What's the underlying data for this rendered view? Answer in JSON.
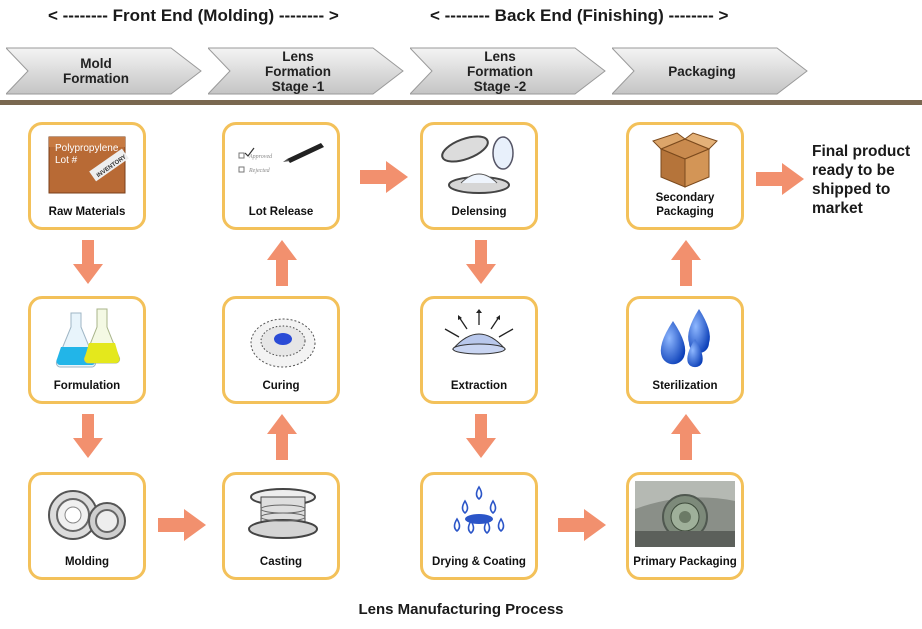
{
  "headers": {
    "front_end": "< -------- Front End (Molding) -------- >",
    "back_end": "< -------- Back End (Finishing) -------- >"
  },
  "stages": [
    {
      "label": "Mold\nFormation"
    },
    {
      "label": "Lens\nFormation\nStage -1"
    },
    {
      "label": "Lens\nFormation\nStage -2"
    },
    {
      "label": "Packaging"
    }
  ],
  "nodes": {
    "raw_materials": {
      "label": "Raw Materials",
      "box_text": [
        "Polypropylene",
        "Lot #"
      ],
      "tag_text": "INVENTORY"
    },
    "formulation": {
      "label": "Formulation"
    },
    "molding": {
      "label": "Molding"
    },
    "lot_release": {
      "label": "Lot Release",
      "check_items": [
        "Approved",
        "Rejected"
      ]
    },
    "curing": {
      "label": "Curing"
    },
    "casting": {
      "label": "Casting"
    },
    "delensing": {
      "label": "Delensing"
    },
    "extraction": {
      "label": "Extraction"
    },
    "drying_coating": {
      "label": "Drying & Coating"
    },
    "secondary_packaging": {
      "label": "Secondary\nPackaging"
    },
    "sterilization": {
      "label": "Sterilization"
    },
    "primary_packaging": {
      "label": "Primary Packaging"
    }
  },
  "final_text": "Final product\nready to be\nshipped to\nmarket",
  "caption": "Lens Manufacturing Process",
  "colors": {
    "node_border": "#f3c15a",
    "arrow": "#f2906e",
    "chevron_fill": "#d9d9d9",
    "divider": "#7a6850"
  }
}
